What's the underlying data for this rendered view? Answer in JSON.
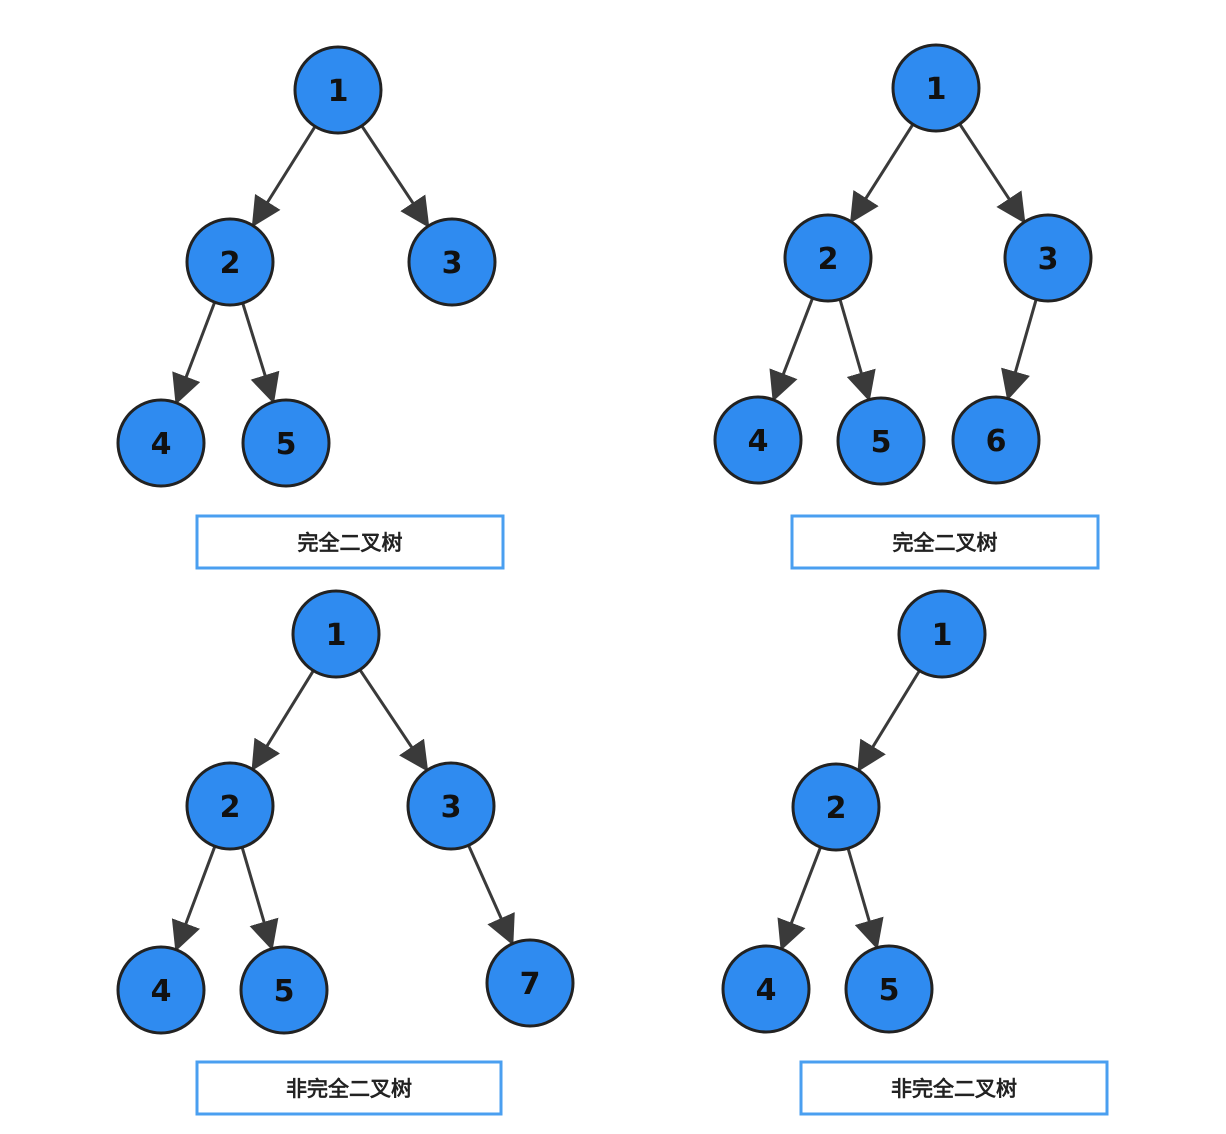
{
  "colors": {
    "node_fill": "#2f8bf0",
    "node_stroke": "#222222",
    "edge": "#3a3a3a",
    "caption_border": "#4a9ff0"
  },
  "trees": [
    {
      "caption": "完全二叉树",
      "nodes": [
        {
          "id": "1",
          "label": "1"
        },
        {
          "id": "2",
          "label": "2"
        },
        {
          "id": "3",
          "label": "3"
        },
        {
          "id": "4",
          "label": "4"
        },
        {
          "id": "5",
          "label": "5"
        }
      ],
      "edges": [
        [
          "1",
          "2"
        ],
        [
          "1",
          "3"
        ],
        [
          "2",
          "4"
        ],
        [
          "2",
          "5"
        ]
      ]
    },
    {
      "caption": "完全二叉树",
      "nodes": [
        {
          "id": "1",
          "label": "1"
        },
        {
          "id": "2",
          "label": "2"
        },
        {
          "id": "3",
          "label": "3"
        },
        {
          "id": "4",
          "label": "4"
        },
        {
          "id": "5",
          "label": "5"
        },
        {
          "id": "6",
          "label": "6"
        }
      ],
      "edges": [
        [
          "1",
          "2"
        ],
        [
          "1",
          "3"
        ],
        [
          "2",
          "4"
        ],
        [
          "2",
          "5"
        ],
        [
          "3",
          "6"
        ]
      ]
    },
    {
      "caption": "非完全二叉树",
      "nodes": [
        {
          "id": "1",
          "label": "1"
        },
        {
          "id": "2",
          "label": "2"
        },
        {
          "id": "3",
          "label": "3"
        },
        {
          "id": "4",
          "label": "4"
        },
        {
          "id": "5",
          "label": "5"
        },
        {
          "id": "7",
          "label": "7"
        }
      ],
      "edges": [
        [
          "1",
          "2"
        ],
        [
          "1",
          "3"
        ],
        [
          "2",
          "4"
        ],
        [
          "2",
          "5"
        ],
        [
          "3",
          "7"
        ]
      ]
    },
    {
      "caption": "非完全二叉树",
      "nodes": [
        {
          "id": "1",
          "label": "1"
        },
        {
          "id": "2",
          "label": "2"
        },
        {
          "id": "4",
          "label": "4"
        },
        {
          "id": "5",
          "label": "5"
        }
      ],
      "edges": [
        [
          "1",
          "2"
        ],
        [
          "2",
          "4"
        ],
        [
          "2",
          "5"
        ]
      ]
    }
  ]
}
